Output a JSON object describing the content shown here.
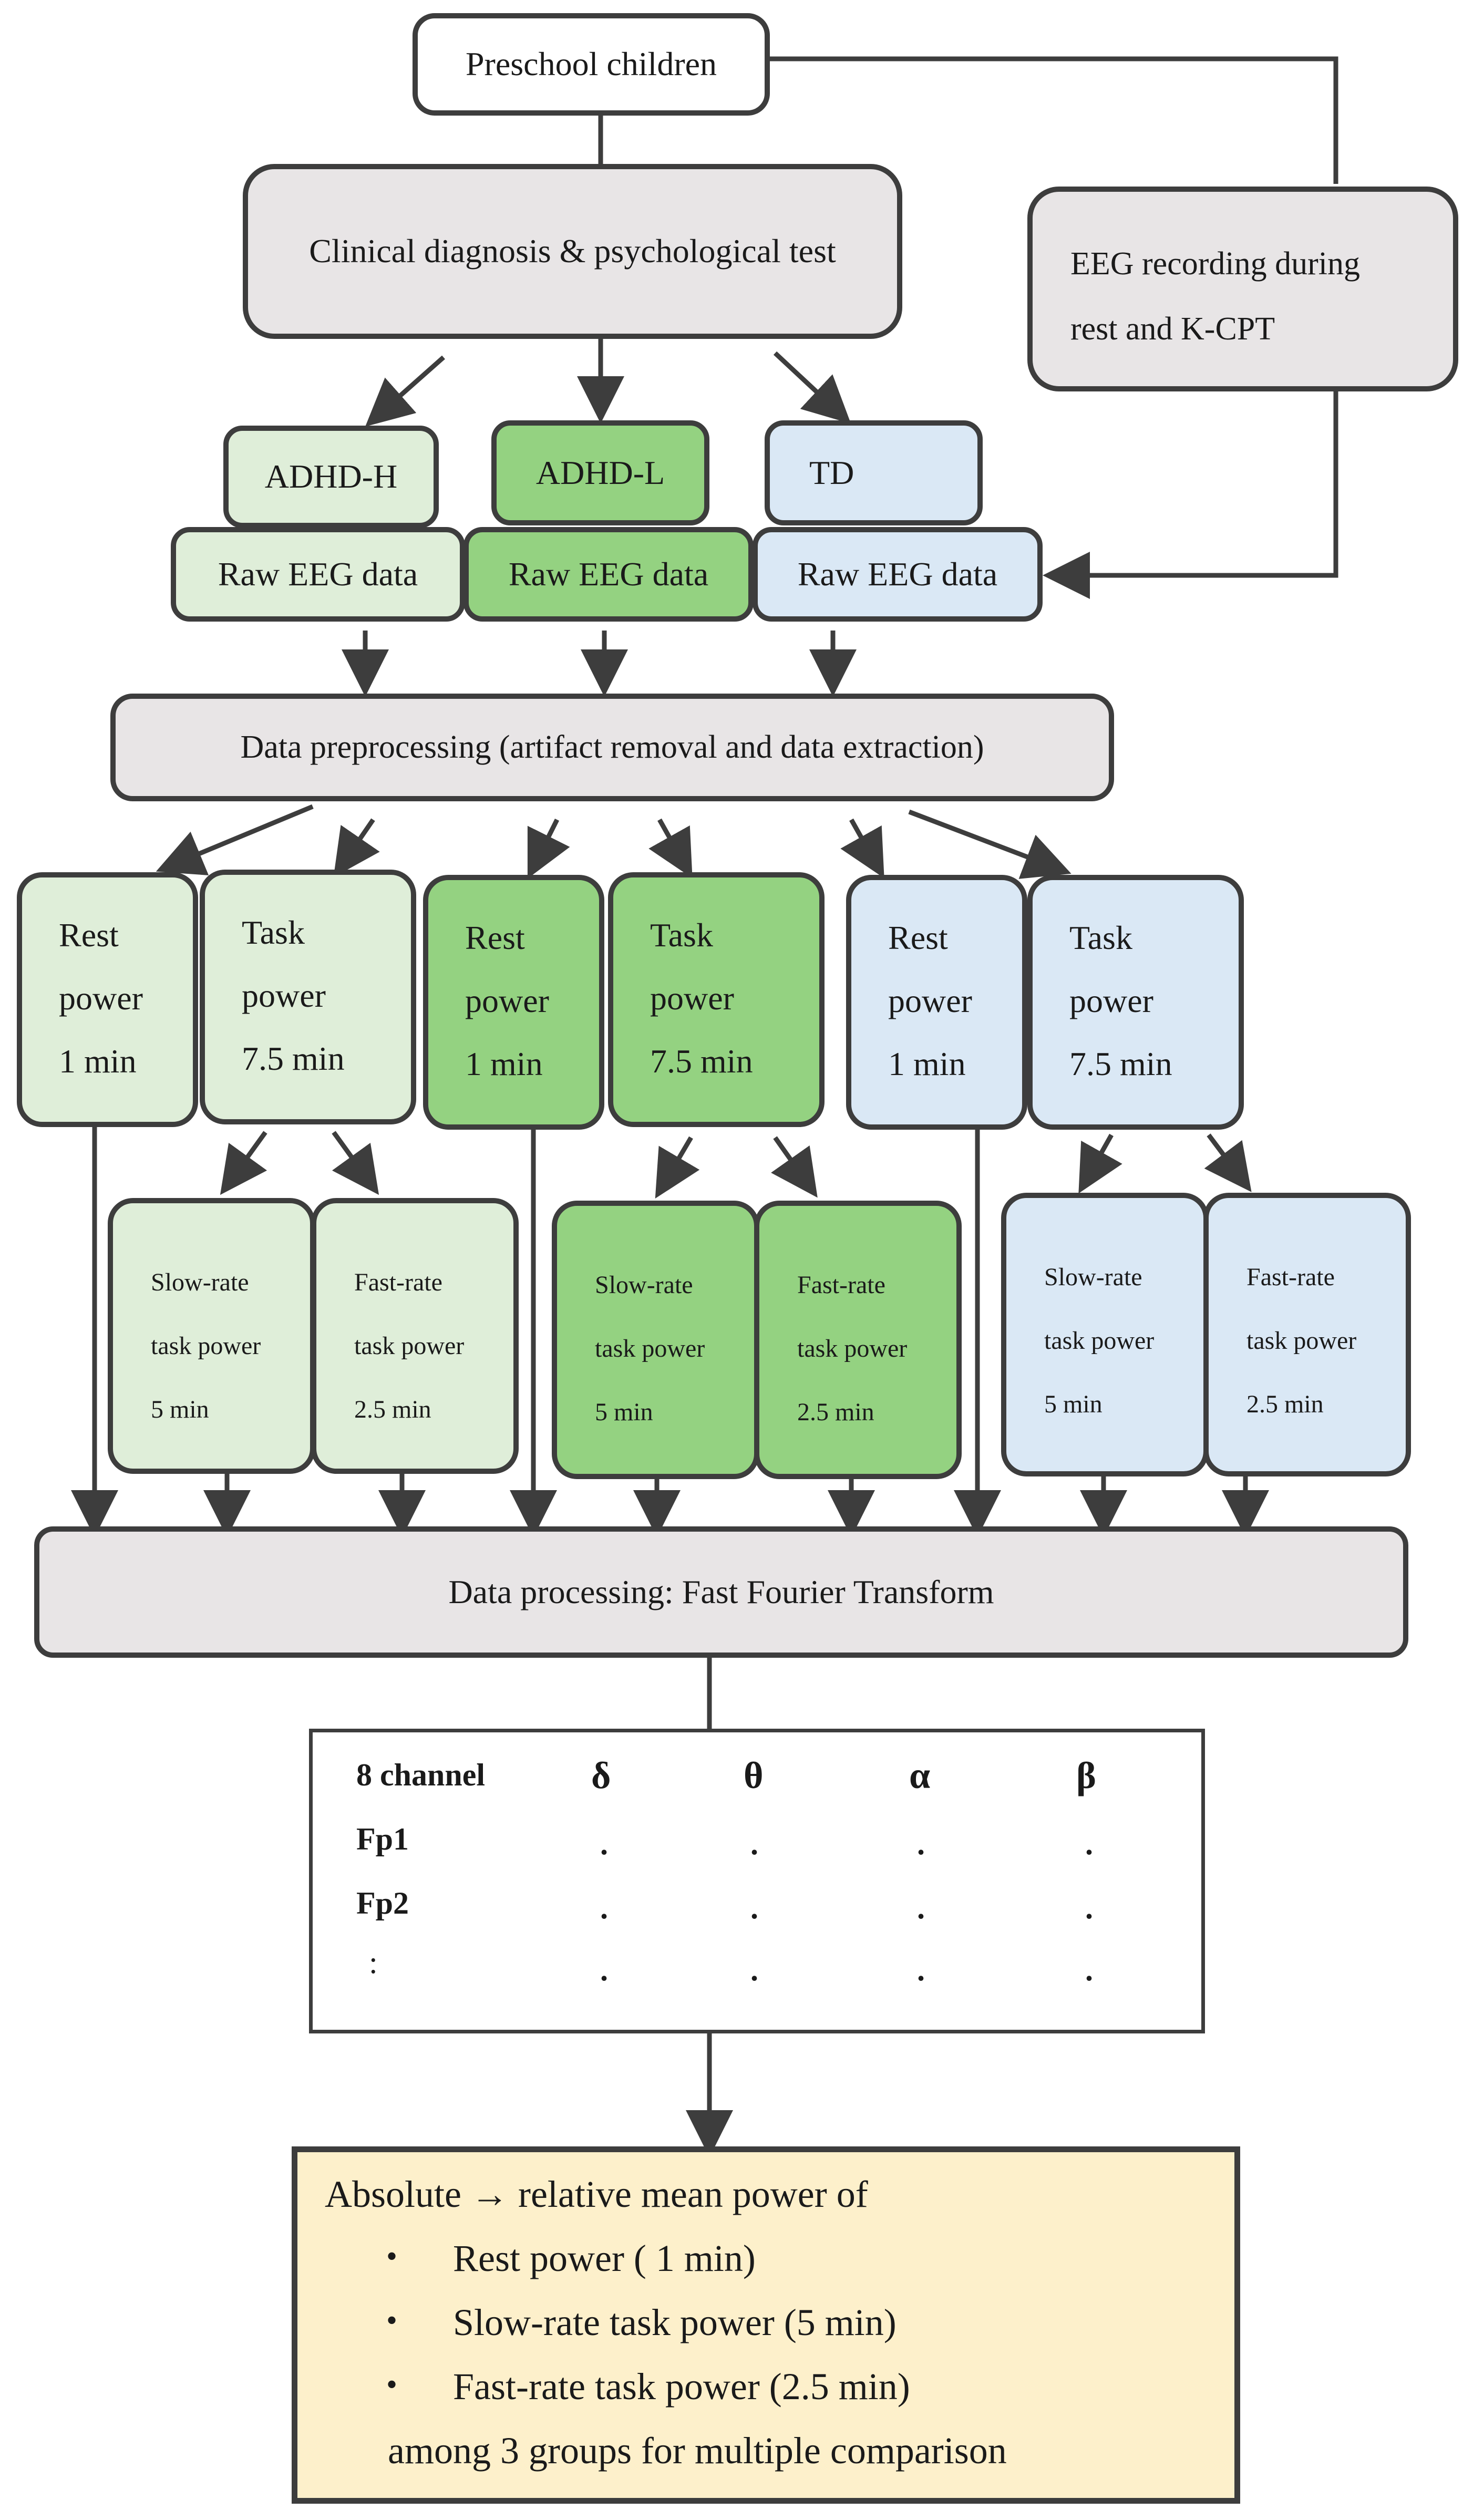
{
  "nodes": {
    "preschool": "Preschool children",
    "clinical": "Clinical diagnosis & psychological test",
    "eeg_recording": [
      "EEG recording during",
      "rest and K-CPT"
    ],
    "groups": [
      {
        "name": "ADHD-H",
        "raw": "Raw EEG data",
        "color": "#dfeed9"
      },
      {
        "name": "ADHD-L",
        "raw": "Raw EEG data",
        "color": "#94d281"
      },
      {
        "name": "TD",
        "raw": "Raw EEG data",
        "color": "#dae8f5"
      }
    ],
    "preprocessing": "Data preprocessing (artifact removal and data extraction)",
    "rest_power": [
      "Rest",
      "power",
      "1 min"
    ],
    "task_power": [
      "Task",
      "power",
      "7.5 min"
    ],
    "slow_task": [
      "Slow-rate",
      "task power",
      "5 min"
    ],
    "fast_task": [
      "Fast-rate",
      "task power",
      "2.5 min"
    ],
    "processing": "Data processing: Fast Fourier Transform"
  },
  "table": {
    "headers": [
      "8 channel",
      "δ",
      "θ",
      "α",
      "β"
    ],
    "rows": [
      "Fp1",
      "Fp2",
      ":"
    ],
    "cell": "."
  },
  "conclusion": {
    "title": "Absolute → relative mean power of",
    "bullets": [
      "Rest power ( 1 min)",
      "Slow-rate task power (5 min)",
      "Fast-rate task power (2.5 min)"
    ],
    "footer": "among 3 groups for multiple comparison"
  },
  "colors": {
    "gray": "#e8e5e6",
    "light_green": "#dfeed9",
    "dark_green": "#94d281",
    "light_blue": "#dae8f5",
    "yellow": "#fdf0cb",
    "border": "#3d3d3d"
  }
}
